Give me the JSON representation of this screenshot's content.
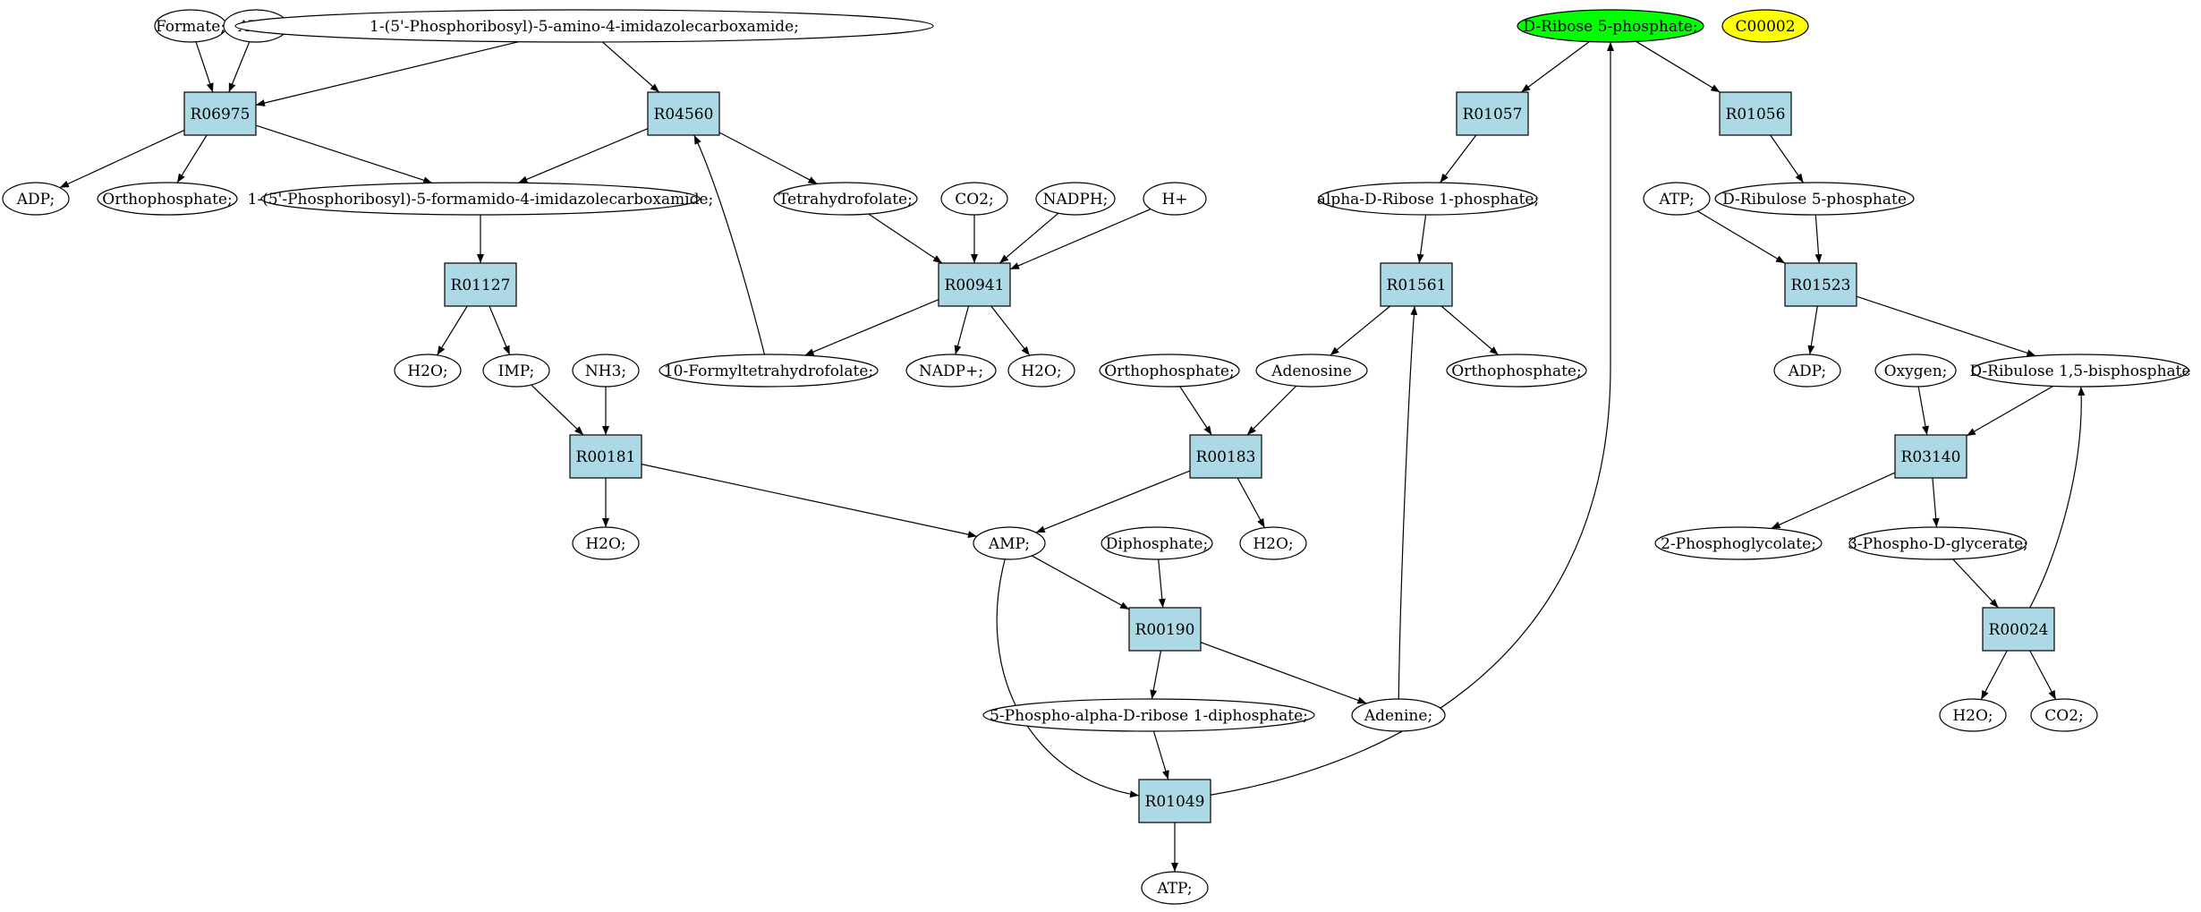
{
  "colors": {
    "reaction_fill": "#add8e6",
    "compound_fill": "#ffffff",
    "highlight_green": "#00ff00",
    "highlight_yellow": "#ffff00",
    "edge": "#000000"
  },
  "nodes": [
    {
      "id": "formate",
      "kind": "compound",
      "label": "Formate;"
    },
    {
      "id": "atp1",
      "kind": "compound",
      "label": "ATP;"
    },
    {
      "id": "aicar",
      "kind": "compound",
      "label": "1-(5'-Phosphoribosyl)-5-amino-4-imidazolecarboxamide;"
    },
    {
      "id": "r06975",
      "kind": "reaction",
      "label": "R06975"
    },
    {
      "id": "r04560",
      "kind": "reaction",
      "label": "R04560"
    },
    {
      "id": "adp1",
      "kind": "compound",
      "label": "ADP;"
    },
    {
      "id": "ortho1",
      "kind": "compound",
      "label": "Orthophosphate;"
    },
    {
      "id": "faicar",
      "kind": "compound",
      "label": "1-(5'-Phosphoribosyl)-5-formamido-4-imidazolecarboxamide;"
    },
    {
      "id": "thf",
      "kind": "compound",
      "label": "Tetrahydrofolate;"
    },
    {
      "id": "co2a",
      "kind": "compound",
      "label": "CO2;"
    },
    {
      "id": "nadph",
      "kind": "compound",
      "label": "NADPH;"
    },
    {
      "id": "hplus",
      "kind": "compound",
      "label": "H+"
    },
    {
      "id": "r01127",
      "kind": "reaction",
      "label": "R01127"
    },
    {
      "id": "r00941",
      "kind": "reaction",
      "label": "R00941"
    },
    {
      "id": "h2o1",
      "kind": "compound",
      "label": "H2O;"
    },
    {
      "id": "imp",
      "kind": "compound",
      "label": "IMP;"
    },
    {
      "id": "nh3",
      "kind": "compound",
      "label": "NH3;"
    },
    {
      "id": "fthf",
      "kind": "compound",
      "label": "10-Formyltetrahydrofolate;"
    },
    {
      "id": "nadp",
      "kind": "compound",
      "label": "NADP+;"
    },
    {
      "id": "h2o2",
      "kind": "compound",
      "label": "H2O;"
    },
    {
      "id": "r00181",
      "kind": "reaction",
      "label": "R00181"
    },
    {
      "id": "h2o3",
      "kind": "compound",
      "label": "H2O;"
    },
    {
      "id": "ribose5p",
      "kind": "compound",
      "label": "D-Ribose 5-phosphate;",
      "fill": "highlight_green"
    },
    {
      "id": "c00002",
      "kind": "compound",
      "label": "C00002",
      "fill": "highlight_yellow"
    },
    {
      "id": "r01057",
      "kind": "reaction",
      "label": "R01057"
    },
    {
      "id": "r01056",
      "kind": "reaction",
      "label": "R01056"
    },
    {
      "id": "ribose1p",
      "kind": "compound",
      "label": "alpha-D-Ribose 1-phosphate;"
    },
    {
      "id": "ribulose5p",
      "kind": "compound",
      "label": "D-Ribulose 5-phosphate"
    },
    {
      "id": "atp2",
      "kind": "compound",
      "label": "ATP;"
    },
    {
      "id": "r01561",
      "kind": "reaction",
      "label": "R01561"
    },
    {
      "id": "r01523",
      "kind": "reaction",
      "label": "R01523"
    },
    {
      "id": "ortho2",
      "kind": "compound",
      "label": "Orthophosphate;"
    },
    {
      "id": "adenosine",
      "kind": "compound",
      "label": "Adenosine"
    },
    {
      "id": "ortho3",
      "kind": "compound",
      "label": "Orthophosphate;"
    },
    {
      "id": "adp2",
      "kind": "compound",
      "label": "ADP;"
    },
    {
      "id": "oxygen",
      "kind": "compound",
      "label": "Oxygen;"
    },
    {
      "id": "rubp",
      "kind": "compound",
      "label": "D-Ribulose 1,5-bisphosphate"
    },
    {
      "id": "r00183",
      "kind": "reaction",
      "label": "R00183"
    },
    {
      "id": "r03140",
      "kind": "reaction",
      "label": "R03140"
    },
    {
      "id": "amp",
      "kind": "compound",
      "label": "AMP;"
    },
    {
      "id": "diphos",
      "kind": "compound",
      "label": "Diphosphate;"
    },
    {
      "id": "h2o4",
      "kind": "compound",
      "label": "H2O;"
    },
    {
      "id": "pglycolate",
      "kind": "compound",
      "label": "2-Phosphoglycolate;"
    },
    {
      "id": "pglycerate",
      "kind": "compound",
      "label": "3-Phospho-D-glycerate;"
    },
    {
      "id": "r00190",
      "kind": "reaction",
      "label": "R00190"
    },
    {
      "id": "r00024",
      "kind": "reaction",
      "label": "R00024"
    },
    {
      "id": "prpp",
      "kind": "compound",
      "label": "5-Phospho-alpha-D-ribose 1-diphosphate;"
    },
    {
      "id": "adenine",
      "kind": "compound",
      "label": "Adenine;"
    },
    {
      "id": "h2o5",
      "kind": "compound",
      "label": "H2O;"
    },
    {
      "id": "co2b",
      "kind": "compound",
      "label": "CO2;"
    },
    {
      "id": "r01049",
      "kind": "reaction",
      "label": "R01049"
    },
    {
      "id": "atp3",
      "kind": "compound",
      "label": "ATP;"
    }
  ],
  "edges": [
    {
      "from": "formate",
      "to": "r06975"
    },
    {
      "from": "atp1",
      "to": "r06975"
    },
    {
      "from": "aicar",
      "to": "r06975"
    },
    {
      "from": "aicar",
      "to": "r04560"
    },
    {
      "from": "r06975",
      "to": "adp1"
    },
    {
      "from": "r06975",
      "to": "ortho1"
    },
    {
      "from": "r06975",
      "to": "faicar"
    },
    {
      "from": "r04560",
      "to": "faicar"
    },
    {
      "from": "r04560",
      "to": "thf"
    },
    {
      "from": "faicar",
      "to": "r01127"
    },
    {
      "from": "r01127",
      "to": "h2o1"
    },
    {
      "from": "r01127",
      "to": "imp"
    },
    {
      "from": "imp",
      "to": "r00181"
    },
    {
      "from": "nh3",
      "to": "r00181"
    },
    {
      "from": "r00181",
      "to": "h2o3"
    },
    {
      "from": "r00181",
      "to": "amp"
    },
    {
      "from": "thf",
      "to": "r00941"
    },
    {
      "from": "co2a",
      "to": "r00941"
    },
    {
      "from": "nadph",
      "to": "r00941"
    },
    {
      "from": "hplus",
      "to": "r00941"
    },
    {
      "from": "r00941",
      "to": "fthf"
    },
    {
      "from": "r00941",
      "to": "nadp"
    },
    {
      "from": "r00941",
      "to": "h2o2"
    },
    {
      "from": "fthf",
      "to": "r04560"
    },
    {
      "from": "ribose5p",
      "to": "r01057"
    },
    {
      "from": "ribose5p",
      "to": "r01056"
    },
    {
      "from": "r01057",
      "to": "ribose1p"
    },
    {
      "from": "ribose1p",
      "to": "r01561"
    },
    {
      "from": "r01561",
      "to": "adenosine"
    },
    {
      "from": "r01561",
      "to": "ortho3"
    },
    {
      "from": "ortho2",
      "to": "r00183"
    },
    {
      "from": "adenosine",
      "to": "r00183"
    },
    {
      "from": "r00183",
      "to": "amp"
    },
    {
      "from": "r00183",
      "to": "h2o4"
    },
    {
      "from": "amp",
      "to": "r00190"
    },
    {
      "from": "diphos",
      "to": "r00190"
    },
    {
      "from": "r00190",
      "to": "prpp"
    },
    {
      "from": "r00190",
      "to": "adenine"
    },
    {
      "from": "adenine",
      "to": "r01561"
    },
    {
      "from": "prpp",
      "to": "r01049"
    },
    {
      "from": "amp",
      "to": "r01049"
    },
    {
      "from": "r01049",
      "to": "atp3"
    },
    {
      "from": "r01049",
      "to": "ribose5p"
    },
    {
      "from": "r01056",
      "to": "ribulose5p"
    },
    {
      "from": "ribulose5p",
      "to": "r01523"
    },
    {
      "from": "atp2",
      "to": "r01523"
    },
    {
      "from": "r01523",
      "to": "adp2"
    },
    {
      "from": "r01523",
      "to": "rubp"
    },
    {
      "from": "oxygen",
      "to": "r03140"
    },
    {
      "from": "rubp",
      "to": "r03140"
    },
    {
      "from": "r03140",
      "to": "pglycolate"
    },
    {
      "from": "r03140",
      "to": "pglycerate"
    },
    {
      "from": "pglycerate",
      "to": "r00024"
    },
    {
      "from": "r00024",
      "to": "h2o5"
    },
    {
      "from": "r00024",
      "to": "co2b"
    },
    {
      "from": "r00024",
      "to": "rubp"
    }
  ]
}
